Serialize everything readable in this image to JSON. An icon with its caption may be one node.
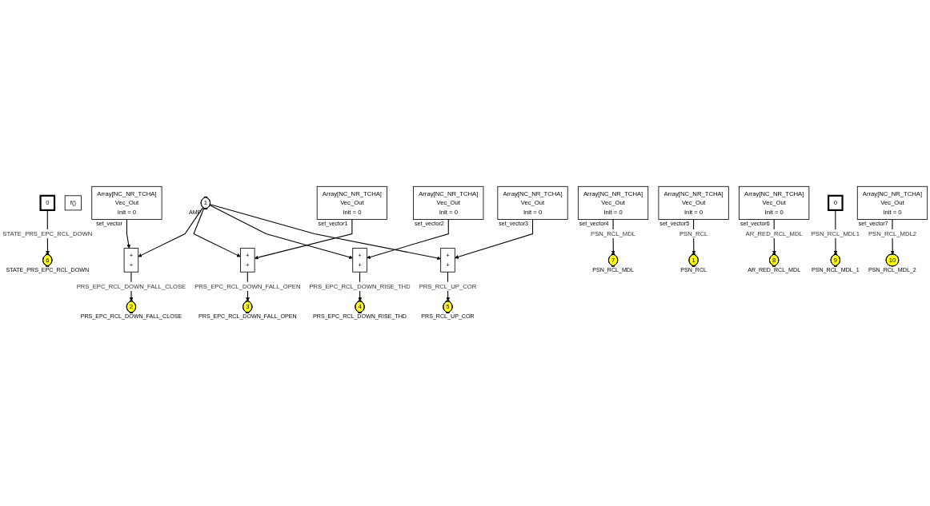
{
  "diagram": {
    "nodes": [
      {
        "text": [
          "1"
        ],
        "beside": [
          "AMP"
        ]
      },
      {
        "text": [
          "f()"
        ]
      },
      {
        "text": [
          "0"
        ]
      },
      {
        "text": [
          "6"
        ],
        "beside": [
          "STATE_PRS_EPC_RCL_DOWN"
        ]
      },
      {
        "text": [
          "Array[NC_NR_TCHA]",
          "Vec_Out",
          "Init = 0"
        ],
        "beside": [
          "set_vector"
        ]
      },
      {
        "text": [
          "+",
          "+"
        ]
      },
      {
        "text": [
          "2"
        ],
        "beside": [
          "PRS_EPC_RCL_DOWN_FALL_CLOSE"
        ]
      },
      {
        "text": [
          "Array[NC_NR_TCHA]",
          "Vec_Out",
          "Init = 0"
        ],
        "beside": [
          "set_vector1"
        ]
      },
      {
        "text": [
          "+",
          "+"
        ]
      },
      {
        "text": [
          "3"
        ],
        "beside": [
          "PRS_EPC_RCL_DOWN_FALL_OPEN"
        ]
      },
      {
        "text": [
          "Array[NC_NR_TCHA]",
          "Vec_Out",
          "Init = 0"
        ],
        "beside": [
          "set_vector2"
        ]
      },
      {
        "text": [
          "+",
          "+"
        ]
      },
      {
        "text": [
          "4"
        ],
        "beside": [
          "PRS_EPC_RCL_DOWN_RISE_THD"
        ]
      },
      {
        "text": [
          "Array[NC_NR_TCHA]",
          "Vec_Out",
          "Init = 0"
        ],
        "beside": [
          "set_vector3"
        ]
      },
      {
        "text": [
          "+",
          "+"
        ]
      },
      {
        "text": [
          "5"
        ],
        "beside": [
          "PRS_RCL_UP_COR"
        ]
      },
      {
        "text": [
          "Array[NC_NR_TCHA]",
          "Vec_Out",
          "Init = 0"
        ],
        "beside": [
          "set_vector4"
        ]
      },
      {
        "text": [
          "7"
        ],
        "beside": [
          "PSN_RCL_MDL"
        ]
      },
      {
        "text": [
          "Array[NC_NR_TCHA]",
          "Vec_Out",
          "Init = 0"
        ],
        "beside": [
          "set_vector5"
        ]
      },
      {
        "text": [
          "1"
        ],
        "beside": [
          "PSN_RCL"
        ]
      },
      {
        "text": [
          "Array[NC_NR_TCHA]",
          "Vec_Out",
          "Init = 0"
        ],
        "beside": [
          "set_vector6"
        ]
      },
      {
        "text": [
          "8"
        ],
        "beside": [
          "AR_RED_RCL_MDL"
        ]
      },
      {
        "text": [
          "0"
        ]
      },
      {
        "text": [
          "9"
        ],
        "beside": [
          "PSN_RCL_MDL_1"
        ]
      },
      {
        "text": [
          "Array[NC_NR_TCHA]",
          "Vec_Out",
          "Init = 0"
        ],
        "beside": [
          "set_vector7"
        ]
      },
      {
        "text": [
          "10"
        ],
        "beside": [
          "PSN_RCL_MDL_2"
        ]
      }
    ],
    "edges": [
      {
        "from": 2,
        "to": 3,
        "arrow": "to",
        "label": "STATE_PRS_EPC_RCL_DOWN"
      },
      {
        "from": 0,
        "to": 5,
        "arrow": "to"
      },
      {
        "from": 0,
        "to": 8,
        "arrow": "to"
      },
      {
        "from": 0,
        "to": 11,
        "arrow": "to"
      },
      {
        "from": 0,
        "to": 14,
        "arrow": "to"
      },
      {
        "from": 4,
        "to": 5,
        "arrow": "to"
      },
      {
        "from": 5,
        "to": 6,
        "arrow": "to",
        "label": "PRS_EPC_RCL_DOWN_FALL_CLOSE"
      },
      {
        "from": 7,
        "to": 8,
        "arrow": "to"
      },
      {
        "from": 8,
        "to": 9,
        "arrow": "to",
        "label": "PRS_EPC_RCL_DOWN_FALL_OPEN"
      },
      {
        "from": 10,
        "to": 11,
        "arrow": "to"
      },
      {
        "from": 11,
        "to": 12,
        "arrow": "to",
        "label": "PRS_EPC_RCL_DOWN_RISE_THD"
      },
      {
        "from": 13,
        "to": 14,
        "arrow": "to"
      },
      {
        "from": 14,
        "to": 15,
        "arrow": "to",
        "label": "PRS_RCL_UP_COR"
      },
      {
        "from": 16,
        "to": 17,
        "arrow": "to",
        "label": "PSN_RCL_MDL"
      },
      {
        "from": 18,
        "to": 19,
        "arrow": "to",
        "label": "PSN_RCL"
      },
      {
        "from": 20,
        "to": 21,
        "arrow": "to",
        "label": "AR_RED_RCL_MDL"
      },
      {
        "from": 22,
        "to": 23,
        "arrow": "to",
        "label": "PSN_RCL_MDL1"
      },
      {
        "from": 24,
        "to": 25,
        "arrow": "to",
        "label": "PSN_RCL_MDL2"
      }
    ]
  }
}
